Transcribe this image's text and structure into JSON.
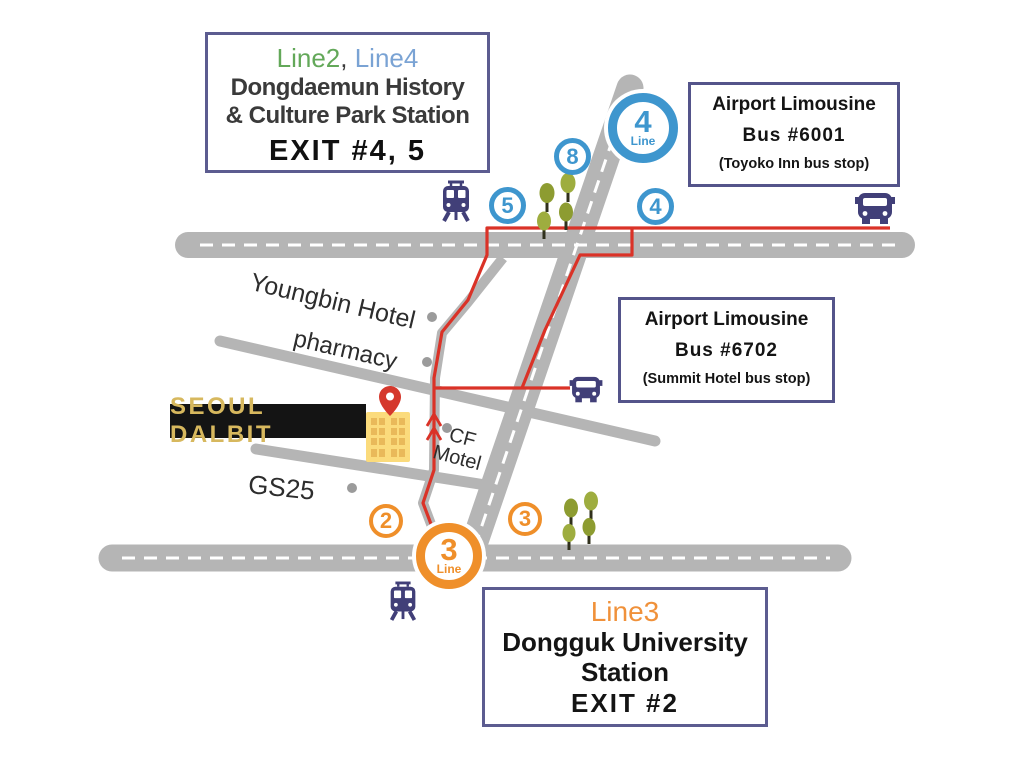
{
  "colors": {
    "road_gray": "#b5b5b5",
    "route_red": "#da3227",
    "line4_blue": "#3e96ce",
    "line3_orange": "#ef8f2a",
    "line2_green": "#63a859",
    "box_border": "#5c5c90",
    "icon_navy": "#413f78",
    "destination_bg": "#141414",
    "destination_text": "#d7b85e",
    "tree_green": "#95a139",
    "building_yellow": "#fbdb7c"
  },
  "station_box": {
    "line2": "Line2",
    "comma": ", ",
    "line4": "Line4",
    "name1": "Dongdaemun History",
    "name2": "& Culture Park Station",
    "exit": "EXIT #4, 5"
  },
  "bus6001": {
    "title": "Airport Limousine",
    "number": "Bus #6001",
    "stop": "(Toyoko Inn bus stop)"
  },
  "bus6702": {
    "title": "Airport Limousine",
    "number": "Bus #6702",
    "stop": "(Summit Hotel bus stop)"
  },
  "dongguk_box": {
    "line": "Line3",
    "name1": "Dongguk University",
    "name2": "Station",
    "exit": "EXIT #2"
  },
  "badges": {
    "line4_num": "4",
    "line4_label": "Line",
    "line3_num": "3",
    "line3_label": "Line"
  },
  "exits": {
    "e5": "5",
    "e8": "8",
    "e4": "4",
    "e2": "2",
    "e3": "3"
  },
  "places": {
    "destination": "SEOUL DALBIT",
    "hotel": "Youngbin Hotel",
    "pharmacy": "pharmacy",
    "cf_motel_line1": "CF",
    "cf_motel_line2": "Motel",
    "gs25": "GS25"
  }
}
